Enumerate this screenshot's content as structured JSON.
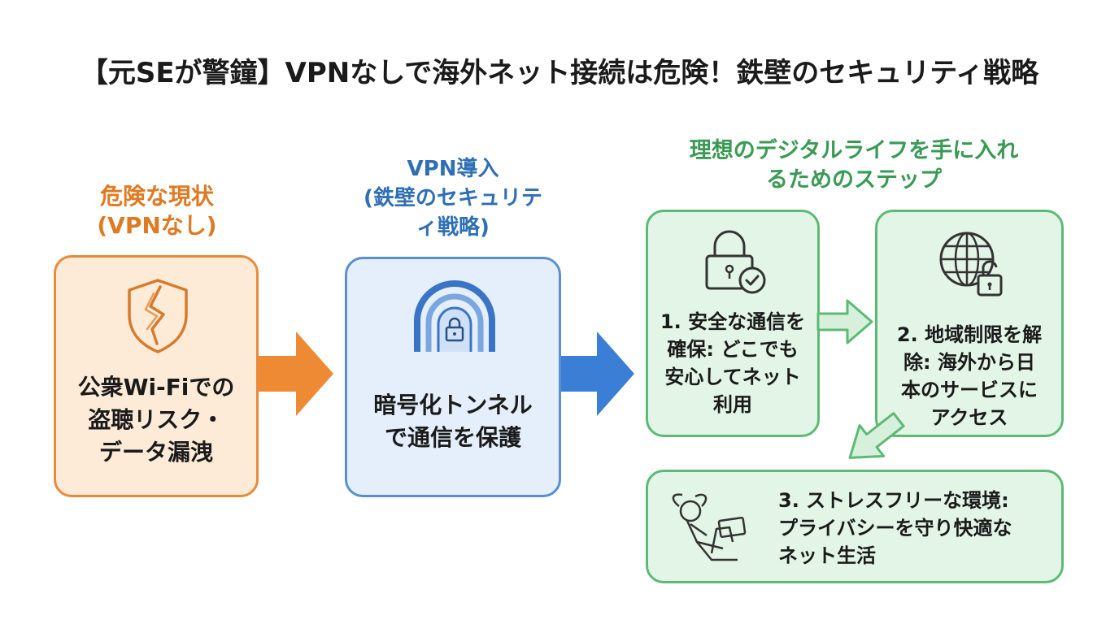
{
  "title": "【元SEが警鐘】VPNなしで海外ネット接続は危険！鉄壁のセキュリティ戦略",
  "sections": {
    "danger": {
      "heading_line1": "危険な現状",
      "heading_line2": "(VPNなし)",
      "text_line1": "公衆Wi-Fiでの",
      "text_line2": "盗聴リスク・",
      "text_line3": "データ漏洩",
      "icon": "broken-shield-icon"
    },
    "vpn": {
      "heading_line1": "VPN導入",
      "heading_line2": "(鉄壁のセキュリテ",
      "heading_line3": "ィ戦略)",
      "text_line1": "暗号化トンネル",
      "text_line2": "で通信を保護",
      "icon": "lock-tunnel-icon"
    },
    "steps": {
      "heading_line1": "理想のデジタルライフを手に入れ",
      "heading_line2": "るためのステップ",
      "step1": {
        "line1": "1. 安全な通信を",
        "line2": "確保: どこでも",
        "line3": "安心してネット",
        "line4": "利用",
        "icon": "padlock-check-icon"
      },
      "step2": {
        "line1": "2. 地域制限を解",
        "line2": "除: 海外から日",
        "line3": "本のサービスに",
        "line4": "アクセス",
        "icon": "globe-unlock-icon"
      },
      "step3": {
        "line1": "3. ストレスフリーな環境:",
        "line2": "プライバシーを守り快適な",
        "line3": "ネット生活",
        "icon": "relaxing-person-icon"
      }
    }
  },
  "colors": {
    "orange": "#e98a3a",
    "blue": "#5b8fd0",
    "green": "#5cba75"
  }
}
